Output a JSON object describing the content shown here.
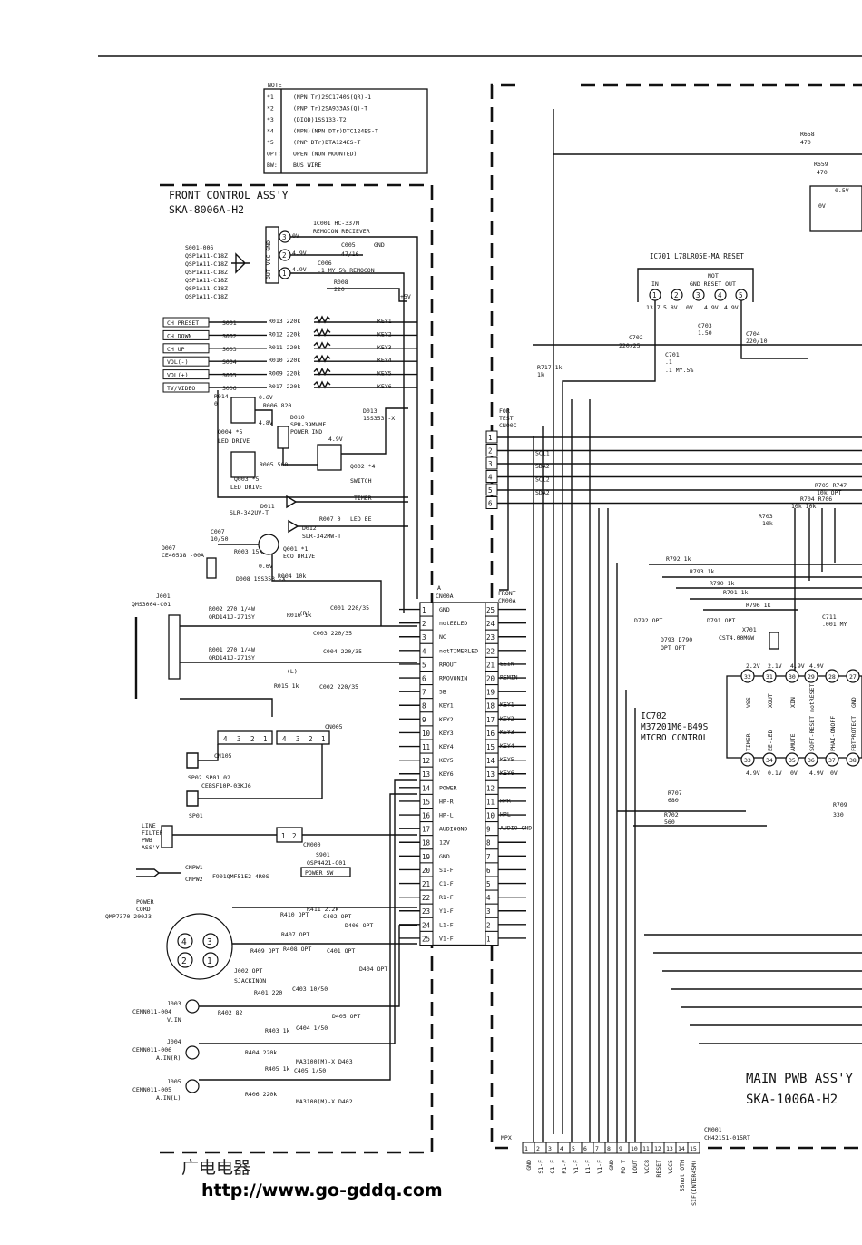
{
  "note": {
    "heading": "NOTE",
    "rows": [
      {
        "mark": "*1",
        "text": "(NPN Tr)2SC1740S(QR)-1"
      },
      {
        "mark": "*2",
        "text": "(PNP Tr)2SA933AS(Q)-T"
      },
      {
        "mark": "*3",
        "text": "(DIOD)1SS133-T2"
      },
      {
        "mark": "*4",
        "text": "(NPN)(NPN DTr)DTC124ES-T"
      },
      {
        "mark": "*5",
        "text": "(PNP DTr)DTA124ES-T"
      },
      {
        "mark": "OPT:",
        "text": "OPEN (NON MOUNTED)"
      },
      {
        "mark": "BW:",
        "text": "BUS WIRE"
      }
    ]
  },
  "front": {
    "title1": "FRONT CONTROL ASS'Y",
    "title2": "SKA-8006A-H2",
    "receiver1": "1C001 HC-337M",
    "receiver2": "REMOCON RECIEVER",
    "gnd": "GND",
    "cap_c005": "C005",
    "cap_c005v": "47/16",
    "cap_c006": "C006",
    "cap_c006v": ".1 MY 5% REMOCON",
    "r008": "R008",
    "r008v": "220",
    "v49": "4.9V",
    "v0": "0V",
    "plus5v": "+5V",
    "sw_codes": [
      "S001-006",
      "QSP1A11-C18Z",
      "QSP1A11-C18Z",
      "QSP1A11-C18Z",
      "QSP1A11-C18Z",
      "QSP1A11-C18Z",
      "QSP1A11-C18Z"
    ],
    "buttons": [
      "CH PRESET",
      "CH DOWN",
      "CH UP",
      "VOL(-)",
      "VOL(+)",
      "TV/VIDEO"
    ],
    "switches": [
      "S001",
      "S002",
      "S003",
      "S004",
      "S005",
      "S006"
    ],
    "resistors": [
      "R013 220k",
      "R012 220k",
      "R011 220k",
      "R010 220k",
      "R009 220k",
      "R017 220k"
    ],
    "keys": [
      "KEY1",
      "KEY2",
      "KEY3",
      "KEY4",
      "KEY5",
      "KEY6"
    ],
    "r014": "R014",
    "r006": "R006 820",
    "q004": "Q004 *5",
    "led_drive": "LED DRIVE",
    "d010": "D010",
    "d010v": "SPR-39MVMF",
    "power_ind": "POWER IND",
    "d013": "D013",
    "d013v": "1SS353 -X",
    "q003": "Q003 *5",
    "r005": "R005 560",
    "q002": "Q002 *4",
    "switch": "SWITCH",
    "d011": "D011",
    "d011v": "SLR-342UV-T",
    "timer": "TIMER",
    "r007": "R007 0",
    "led_ee": "LED EE",
    "d012": "D012",
    "d012v": "SLR-342MW-T",
    "c007": "C007",
    "c007v": "10/50",
    "r003": "R003 15k",
    "q001": "Q001 *1",
    "eco_drive": "ECO DRIVE",
    "d007": "D007",
    "d007v": "CE40538 -00A",
    "d008": "D008 1SS353 -X",
    "r004": "R004 10k",
    "j001": "J001",
    "j001v": "QMS3004-C01",
    "r002": "R002 270 1/4W",
    "r002v": "QRD141J-271SY",
    "r001": "R001 270 1/4W",
    "r001v": "QRD141J-271SY",
    "r016": "R016 1k",
    "c003": "C003 220/35",
    "c004": "C004 220/35",
    "c001": "C001 220/35",
    "c002": "C002 220/35",
    "r015": "R015 1k",
    "cn005": "CN005",
    "cn105": "CN105",
    "sp02": "SP02 SP01.02",
    "sp_code": "CEBSF10P-03KJ6",
    "sp01": "SP01",
    "line_filter": [
      "LINE",
      "FILTER",
      "PWB",
      "ASS'Y"
    ],
    "cn000": "CN000",
    "s901": "S901",
    "s901v": "QSP4421-C01",
    "power_sw": "POWER SW",
    "cnpw1": "CNPW1",
    "cnpw2": "CNPW2",
    "f901": "F901QMF51E2-4R0S",
    "power_cord": [
      "POWER",
      "CORD"
    ],
    "cord_code": "QMP7370-200J3",
    "r411": "R411 2.2k",
    "r410": "R410 OPT",
    "r407": "R407 OPT",
    "c402": "C402 OPT",
    "d406": "D406 OPT",
    "r409": "R409 OPT",
    "r408": "R408 OPT",
    "c401": "C401 OPT",
    "d404": "D404 OPT",
    "j002": "J002 OPT",
    "sjack": "SJACKINON",
    "r401": "R401 220",
    "c403": "C403 10/50",
    "j003": "J003",
    "j003v": "CEMN011-004",
    "vin": "V.IN",
    "r402": "R402 82",
    "d405": "D405 OPT",
    "j004": "J004",
    "j004v": "CEMN011-006",
    "ainr": "A.IN(R)",
    "r403": "R403 1k",
    "c404": "C404 1/50",
    "r404": "R404 220k",
    "d403": "MA3100(M)-X D403",
    "j005": "J005",
    "j005v": "CEMN011-005",
    "ainl": "A.IN(L)",
    "r405": "R405 1k",
    "c405": "C405 1/50",
    "r406": "R406 220k",
    "d402": "MA3100(M)-X D402",
    "v12": "12V"
  },
  "cn00a": {
    "title": "A CN00A",
    "front_title": "FRONT CN00A",
    "signals": [
      "GND",
      "notEELED",
      "NC",
      "notTIMERLED",
      "RROUT",
      "RMOVONIN",
      "5B",
      "KEY1",
      "KEY2",
      "KEY3",
      "KEY4",
      "KEY5",
      "KEY6",
      "POWER",
      "HP-R",
      "HP-L",
      "AUDIOGND",
      "12V",
      "GND",
      "S1-F",
      "C1-F",
      "R1-F",
      "Y1-F",
      "L1-F",
      "V1-F"
    ],
    "right": [
      "",
      "",
      "",
      "",
      "EEIN",
      "REMIN",
      "",
      "KEY1",
      "KEY2",
      "KEY3",
      "KEY4",
      "KEY5",
      "KEY6",
      "",
      "HPR",
      "HPL",
      "AUDIO GND",
      "",
      "",
      "",
      "",
      "",
      "",
      "",
      ""
    ]
  },
  "test": {
    "title": [
      "FOR",
      "TEST",
      "CN00C"
    ],
    "labels": [
      "",
      "SCL1",
      "SDA2",
      "SCL2",
      "SDA2",
      ""
    ]
  },
  "main": {
    "ic701": "IC701 L78LR05E-MA RESET",
    "not": "NOT",
    "ic701pins": "GND RESET OUT",
    "in": "IN",
    "v137": "13.7",
    "v58": "5.8V",
    "v0": "0V",
    "v49a": "4.9V",
    "v49b": "4.9V",
    "c702": "C702",
    "c702v": "220/25",
    "c701": "C701",
    "c701v": ".1 MY.5%",
    "c703": "C703",
    "c703v": "1.50",
    "c704": "C704",
    "c704v": "220/10",
    "r717": "R717 1k",
    "r658": "R658",
    "r658v": "470",
    "r659": "R659",
    "r659v": "470",
    "tr_v": "0.5V",
    "tr_0": "0V",
    "r705": "R705 R747",
    "r705v": "10k OPT",
    "r704": "R704 R706",
    "r704v": "10k 10k",
    "r703": "R703",
    "r703v": "10k",
    "r792": "R792 1k",
    "r793": "R793 1k",
    "r790": "R790 1k",
    "r791": "R791 1k",
    "r796": "R796 1k",
    "d792": "D792 OPT",
    "d793": "D793 D790",
    "d793v": "OPT OPT",
    "d791": "D791 OPT",
    "x701": "X701",
    "x701v": "CST4.00MGW",
    "c711": "C711",
    "c711v": ".001 MY",
    "ic702": "IC702",
    "ic702v": "M37201M6-B49S",
    "ic702n": "MICRO CONTROL",
    "pins_top": [
      {
        "n": "32",
        "lbl": "VSS",
        "v": "2.2V"
      },
      {
        "n": "31",
        "lbl": "XOUT",
        "v": "2.1V"
      },
      {
        "n": "30",
        "lbl": "XIN",
        "v": "4.9V"
      },
      {
        "n": "29",
        "lbl": "",
        "v": "4.9V"
      },
      {
        "n": "28",
        "lbl": "",
        "v": ""
      },
      {
        "n": "27",
        "lbl": "GND",
        "v": ""
      }
    ],
    "pins_bottom": [
      {
        "n": "33",
        "lbl": "TIMER",
        "v": "4.9V"
      },
      {
        "n": "34",
        "lbl": "EE-LED",
        "v": "0.1V"
      },
      {
        "n": "35",
        "lbl": "AMUTE",
        "v": "0V"
      },
      {
        "n": "36",
        "lbl": "SOFT-RESET notRESET",
        "v": "4.9V"
      },
      {
        "n": "37",
        "lbl": "PHAI-ONOFF",
        "v": "0V"
      },
      {
        "n": "38",
        "lbl": "FBTPROTECT",
        "v": ""
      }
    ],
    "r707": "R707",
    "r707v": "680",
    "r702": "R702",
    "r702v": "560",
    "r709": "R709",
    "r709v": "330",
    "title1": "MAIN PWB ASS'Y",
    "title2": "SKA-1006A-H2",
    "cn001": "CN001",
    "cn001v": "CH42151-015RT",
    "mpx": "MPX",
    "cn001pins": [
      "GND",
      "S1-F",
      "C1-F",
      "R1-F",
      "Y1-F",
      "L1-F",
      "V1-F",
      "GND",
      "RO T",
      "LOUT",
      "VCC8",
      "RESET",
      "VCC5",
      "SSnot OTH",
      "SIF(INTER45M)"
    ]
  },
  "footer": {
    "chinese": "广电电器",
    "url": "http://www.go-gddq.com"
  }
}
